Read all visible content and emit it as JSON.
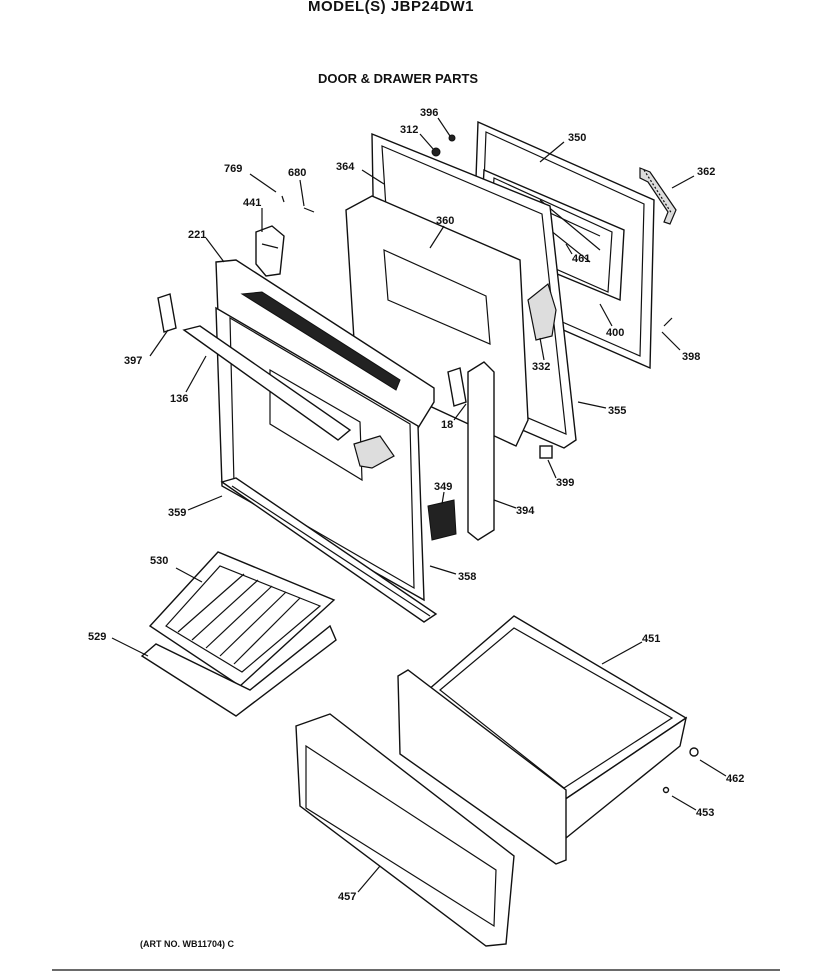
{
  "header": {
    "model": "MODEL(S) JBP24DW1",
    "section": "DOOR & DRAWER PARTS"
  },
  "footer": {
    "art_no": "(ART NO. WB11704) C"
  },
  "parts": [
    {
      "id": "p396",
      "number": "396"
    },
    {
      "id": "p312",
      "number": "312"
    },
    {
      "id": "p350",
      "number": "350"
    },
    {
      "id": "p362",
      "number": "362"
    },
    {
      "id": "p769",
      "number": "769"
    },
    {
      "id": "p680",
      "number": "680"
    },
    {
      "id": "p364",
      "number": "364"
    },
    {
      "id": "p441",
      "number": "441"
    },
    {
      "id": "p360",
      "number": "360"
    },
    {
      "id": "p221",
      "number": "221"
    },
    {
      "id": "p461",
      "number": "461"
    },
    {
      "id": "p400",
      "number": "400"
    },
    {
      "id": "p398",
      "number": "398"
    },
    {
      "id": "p397",
      "number": "397"
    },
    {
      "id": "p332",
      "number": "332"
    },
    {
      "id": "p136",
      "number": "136"
    },
    {
      "id": "p355",
      "number": "355"
    },
    {
      "id": "p18",
      "number": "18"
    },
    {
      "id": "p399",
      "number": "399"
    },
    {
      "id": "p349",
      "number": "349"
    },
    {
      "id": "p359",
      "number": "359"
    },
    {
      "id": "p394",
      "number": "394"
    },
    {
      "id": "p358",
      "number": "358"
    },
    {
      "id": "p530",
      "number": "530"
    },
    {
      "id": "p451",
      "number": "451"
    },
    {
      "id": "p529",
      "number": "529"
    },
    {
      "id": "p462",
      "number": "462"
    },
    {
      "id": "p453",
      "number": "453"
    },
    {
      "id": "p457",
      "number": "457"
    }
  ]
}
